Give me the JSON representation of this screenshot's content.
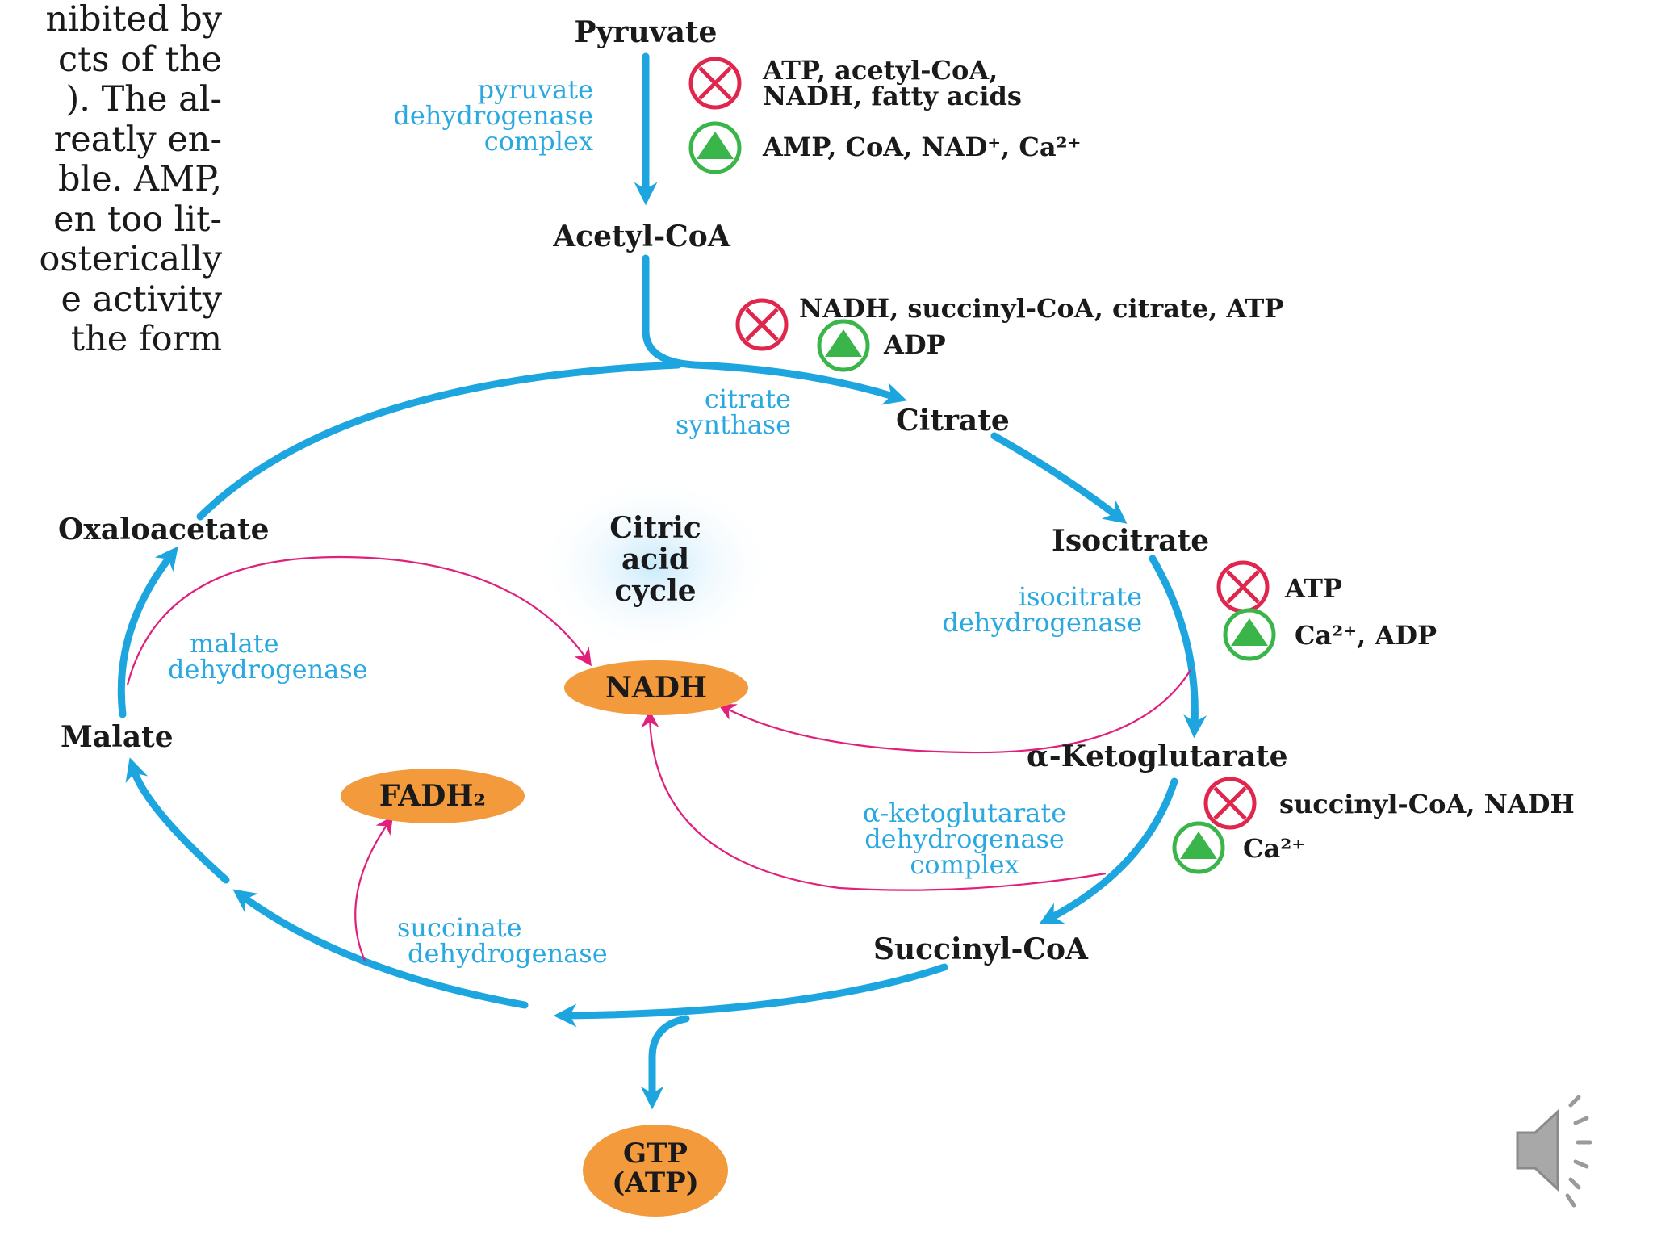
{
  "colors": {
    "cycle_arrow": "#1ca5df",
    "enzyme_text": "#2aa8e0",
    "nadh_arrow": "#e0207a",
    "inhibitor": "#e0264c",
    "activator": "#3ab54a",
    "cofactor_fill": "#f39a3c",
    "text": "#1a1a1a"
  },
  "body_text_lines": [
    "nibited by",
    "cts of the",
    "). The al-",
    "reatly en-",
    "ble. AMP,",
    "en too lit-",
    "osterically",
    "e activity",
    "the form"
  ],
  "metabolites": {
    "pyruvate": "Pyruvate",
    "acetyl_coa": "Acetyl-CoA",
    "citrate": "Citrate",
    "isocitrate": "Isocitrate",
    "alpha_ketoglutarate": "α-Ketoglutarate",
    "succinyl_coa": "Succinyl-CoA",
    "malate": "Malate",
    "oxaloacetate": "Oxaloacetate"
  },
  "cycle_title": [
    "Citric",
    "acid",
    "cycle"
  ],
  "enzymes": {
    "pyruvate_dh": [
      "pyruvate",
      "dehydrogenase",
      "complex"
    ],
    "citrate_synthase": [
      "citrate",
      "synthase"
    ],
    "isocitrate_dh": [
      "isocitrate",
      "dehydrogenase"
    ],
    "akg_dh": [
      "α-ketoglutarate",
      "dehydrogenase",
      "complex"
    ],
    "succinate_dh": [
      "succinate",
      "dehydrogenase"
    ],
    "malate_dh": [
      "malate",
      "dehydrogenase"
    ]
  },
  "regulation": {
    "pdh_inhibitors": [
      "ATP, acetyl-CoA,",
      "NADH, fatty acids"
    ],
    "pdh_activators": "AMP, CoA, NAD⁺, Ca²⁺",
    "cs_inhibitors": "NADH, succinyl-CoA, citrate, ATP",
    "cs_activators": "ADP",
    "idh_inhibitors": "ATP",
    "idh_activators": "Ca²⁺, ADP",
    "akgdh_inhibitors": "succinyl-CoA, NADH",
    "akgdh_activators": "Ca²⁺"
  },
  "cofactors": {
    "nadh": "NADH",
    "fadh2": "FADH₂",
    "gtp": [
      "GTP",
      "(ATP)"
    ]
  },
  "icons": {
    "inhibitor": "inhibitor-icon",
    "activator": "activator-icon",
    "speaker": "speaker-icon"
  }
}
